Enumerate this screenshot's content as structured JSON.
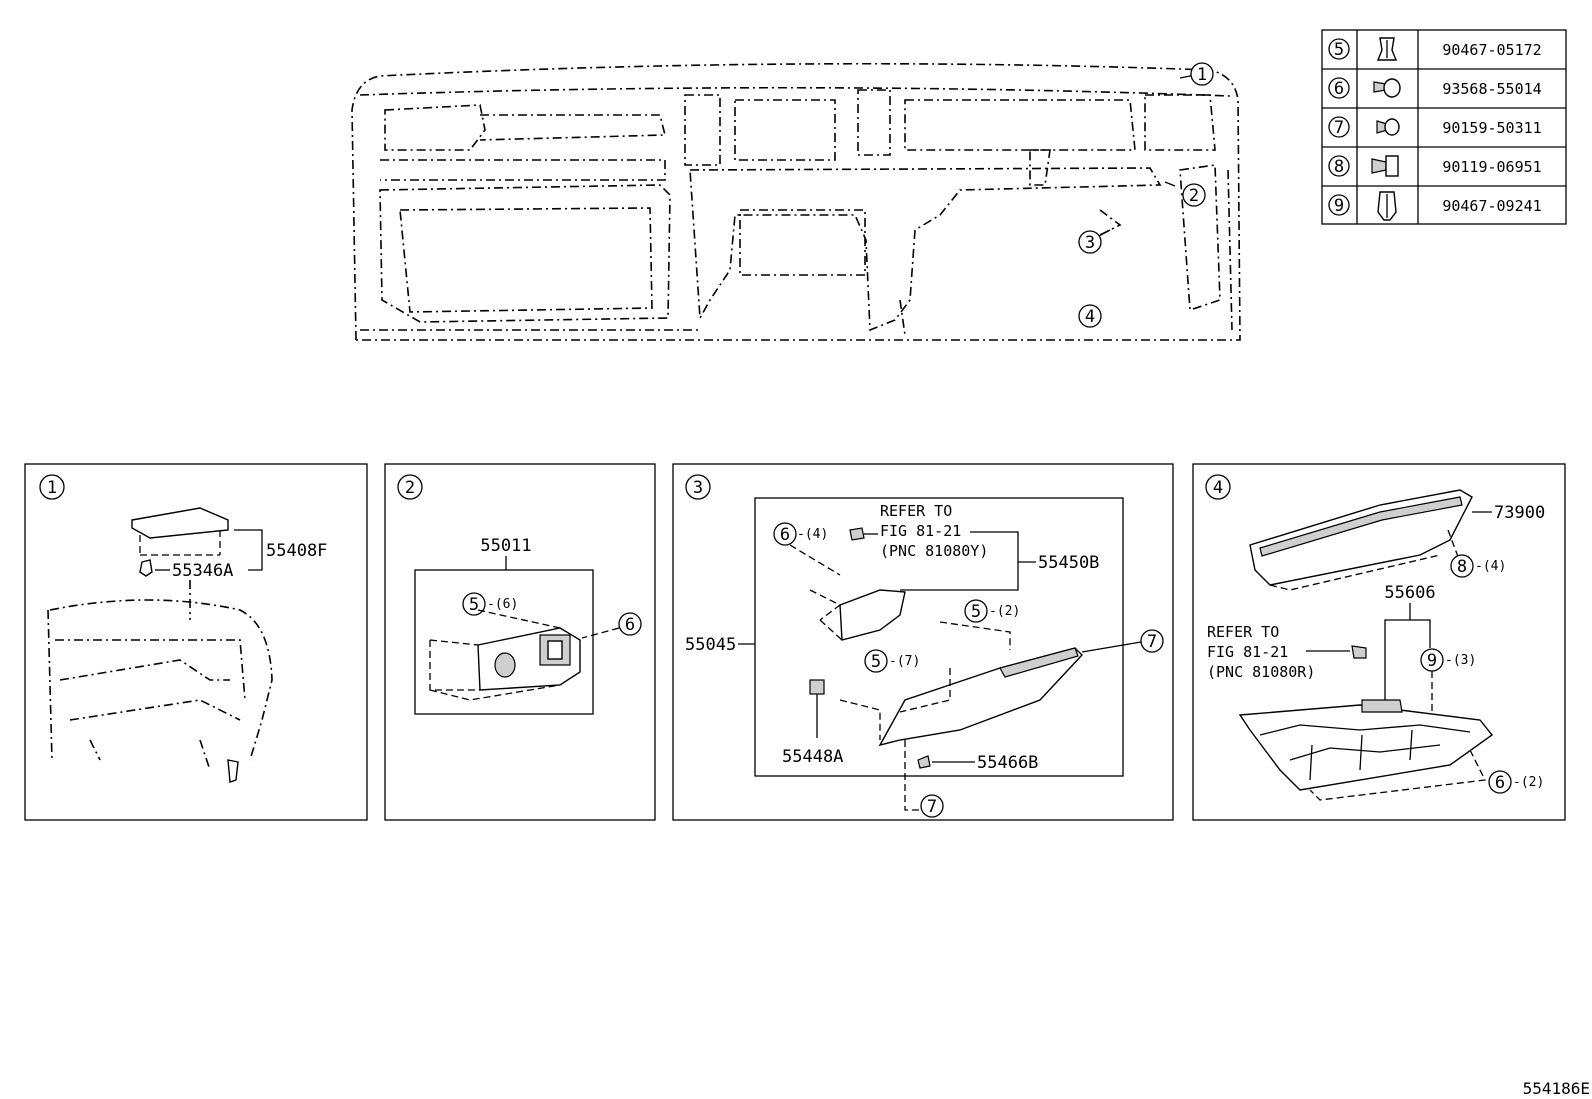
{
  "fastener_table": [
    {
      "callout": "5",
      "part": "90467-05172",
      "icon": "clip-icon"
    },
    {
      "callout": "6",
      "part": "93568-55014",
      "icon": "screw-icon"
    },
    {
      "callout": "7",
      "part": "90159-50311",
      "icon": "screw-small-icon"
    },
    {
      "callout": "8",
      "part": "90119-06951",
      "icon": "bolt-icon"
    },
    {
      "callout": "9",
      "part": "90467-09241",
      "icon": "clip-large-icon"
    }
  ],
  "overview": {
    "callouts": [
      "1",
      "2",
      "3",
      "4"
    ]
  },
  "panel1": {
    "number": "1",
    "parts": {
      "lid": "55408F",
      "clip": "55346A"
    }
  },
  "panel2": {
    "number": "2",
    "part_main": "55011",
    "callout_a": "5",
    "qty_a": "-(6)",
    "callout_b": "6"
  },
  "panel3": {
    "number": "3",
    "refer_to": [
      "REFER TO",
      "FIG 81-21",
      "(PNC 81080Y)"
    ],
    "part_assembly": "55045",
    "part_box": "55450B",
    "part_a": "55448A",
    "part_b": "55466B",
    "c6": "6",
    "c6_qty": "-(4)",
    "c5a": "5",
    "c5a_qty": "-(2)",
    "c5b": "5",
    "c5b_qty": "-(7)",
    "c7a": "7",
    "c7b": "7"
  },
  "panel4": {
    "number": "4",
    "part_top": "73900",
    "part_mid": "55606",
    "refer_to": [
      "REFER TO",
      "FIG 81-21",
      "(PNC 81080R)"
    ],
    "c8": "8",
    "c8_qty": "-(4)",
    "c9": "9",
    "c9_qty": "-(3)",
    "c6": "6",
    "c6_qty": "-(2)"
  },
  "figure_id": "554186E"
}
